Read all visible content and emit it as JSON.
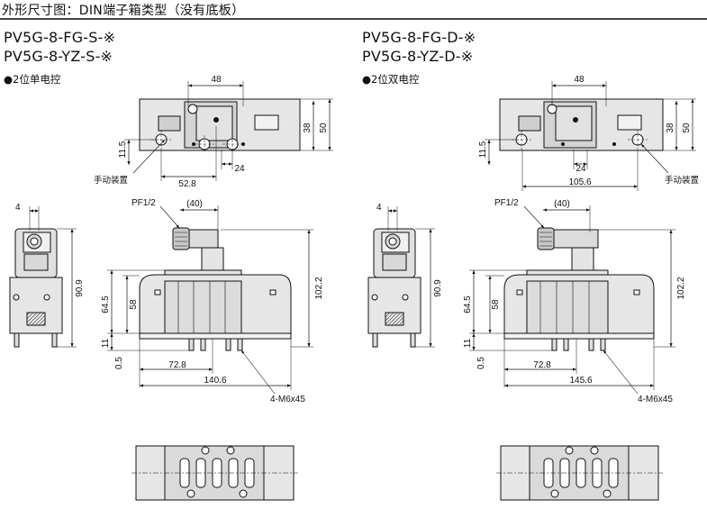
{
  "header": {
    "title": "外形尺寸图：DIN端子箱类型（没有底板）"
  },
  "left": {
    "model_line1": "PV5G-8-FG-S-※",
    "model_line2": "PV5G-8-YZ-S-※",
    "subtitle": "●2位单电控",
    "dims": {
      "d48": "48",
      "d38": "38",
      "d50": "50",
      "d11_5": "11.5",
      "d24": "24",
      "d52_8": "52.8",
      "d4": "4",
      "pf": "PF1/2",
      "d40": "(40)",
      "d90_9": "90.9",
      "d102_2": "102.2",
      "d64_5": "64.5",
      "d58": "58",
      "d11": "11",
      "d0_5": "0.5",
      "d72_8": "72.8",
      "d140_6": "140.6",
      "m6": "4-M6x45",
      "manual": "手动装置"
    }
  },
  "right": {
    "model_line1": "PV5G-8-FG-D-※",
    "model_line2": "PV5G-8-YZ-D-※",
    "subtitle": "●2位双电控",
    "dims": {
      "d48": "48",
      "d38": "38",
      "d50": "50",
      "d11_5": "11.5",
      "d24": "24",
      "d105_6": "105.6",
      "d4": "4",
      "pf": "PF1/2",
      "d40": "(40)",
      "d90_9": "90.9",
      "d102_2": "102.2",
      "d64_5": "64.5",
      "d58": "58",
      "d11": "11",
      "d0_5": "0.5",
      "d72_8": "72.8",
      "d145_6": "145.6",
      "m6": "4-M6x45",
      "manual": "手动装置"
    }
  }
}
